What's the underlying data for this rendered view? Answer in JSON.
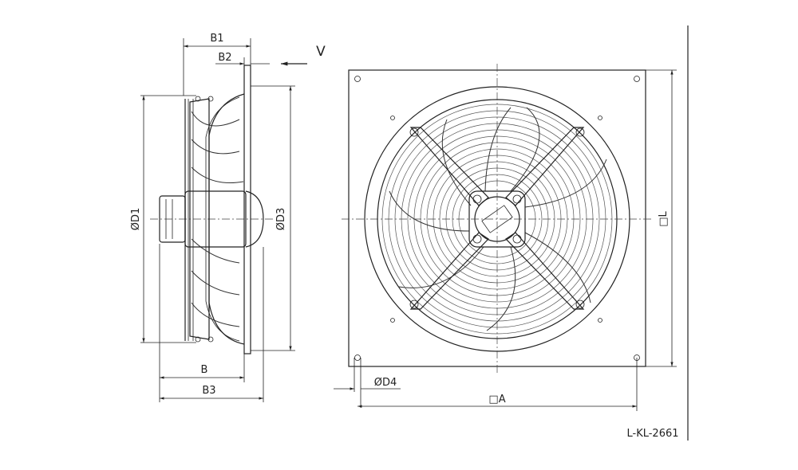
{
  "drawing": {
    "drawing_number": "L-KL-2661",
    "side_view": {
      "labels": {
        "b1": "B1",
        "b2": "B2",
        "v": "V",
        "d1": "ØD1",
        "d3": "ØD3",
        "b": "B",
        "b3": "B3"
      }
    },
    "front_view": {
      "labels": {
        "d4": "ØD4",
        "a": "□A",
        "l": "□L"
      }
    },
    "colors": {
      "line": "#222222",
      "background": "#ffffff"
    }
  }
}
